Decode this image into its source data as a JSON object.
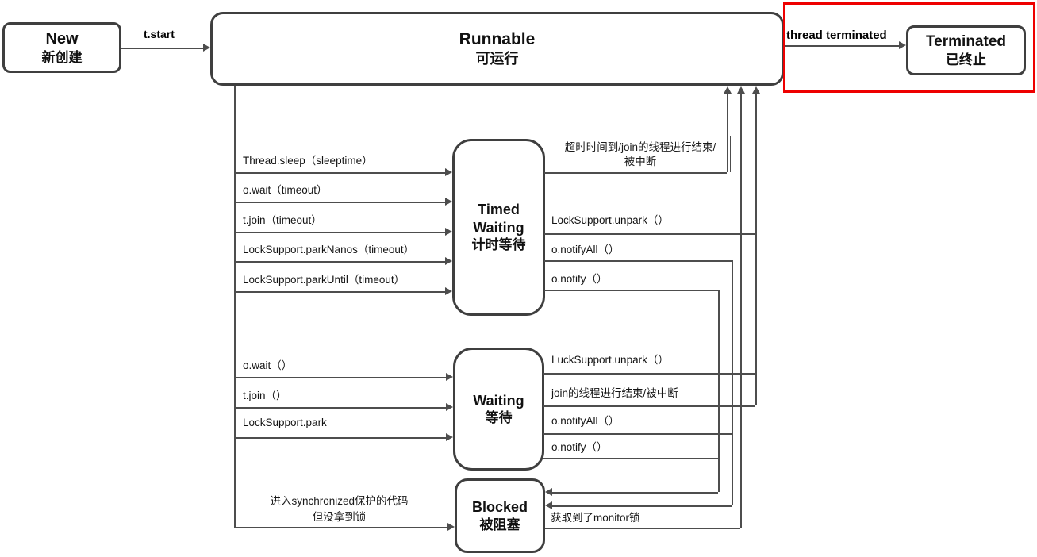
{
  "colors": {
    "box_border": "#3f3f3f",
    "connector_line": "#4d4d4d",
    "highlight_red": "#ee0000",
    "text": "#141414"
  },
  "states": {
    "new": {
      "title": "New",
      "subtitle": "新创建"
    },
    "runnable": {
      "title": "Runnable",
      "subtitle": "可运行"
    },
    "terminated": {
      "title": "Terminated",
      "subtitle": "已终止"
    },
    "timed_waiting": {
      "title": "Timed Waiting",
      "subtitle": "计时等待"
    },
    "waiting": {
      "title": "Waiting",
      "subtitle": "等待"
    },
    "blocked": {
      "title": "Blocked",
      "subtitle": "被阻塞"
    }
  },
  "transitions": {
    "t_start": "t.start",
    "thread_terminated": "thread terminated",
    "to_timed_waiting": [
      "Thread.sleep（sleeptime）",
      "o.wait（timeout）",
      "t.join（timeout）",
      "LockSupport.parkNanos（timeout）",
      "LockSupport.parkUntil（timeout）"
    ],
    "timed_to_runnable_line1": "超时时间到/join的线程进行结束/",
    "timed_to_runnable_line2": "被中断",
    "timed_waiting_exits": [
      "LockSupport.unpark（）",
      "o.notifyAll（）",
      "o.notify（）"
    ],
    "to_waiting": [
      "o.wait（）",
      "t.join（）",
      "LockSupport.park"
    ],
    "waiting_exits": [
      "LuckSupport.unpark（）",
      "join的线程进行结束/被中断",
      "o.notifyAll（）",
      "o.notify（）"
    ],
    "to_blocked_line1": "进入synchronized保护的代码",
    "to_blocked_line2": "但没拿到锁",
    "blocked_to_runnable": "获取到了monitor锁"
  }
}
